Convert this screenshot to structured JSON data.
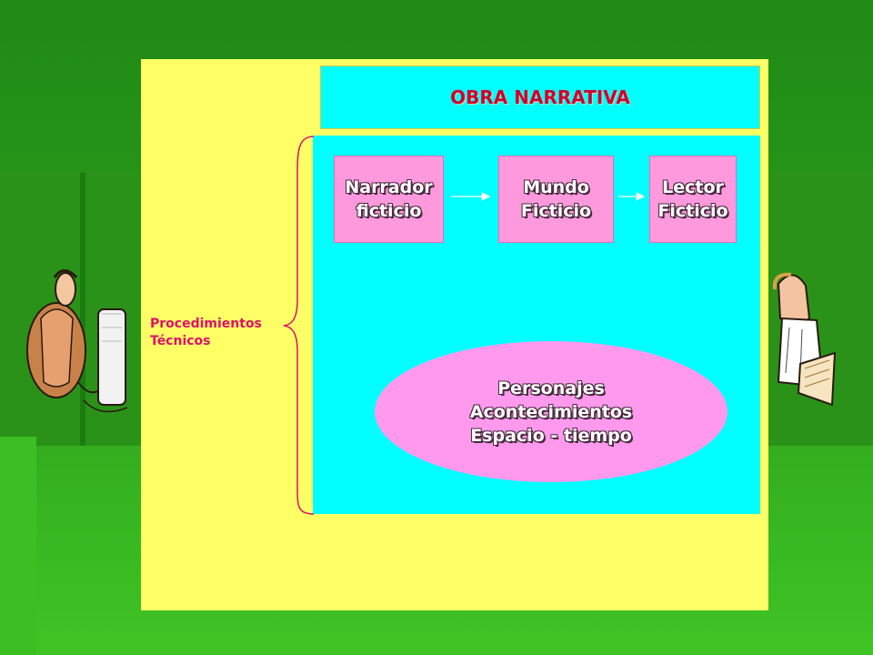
{
  "diagram": {
    "title": "OBRA NARRATIVA",
    "boxes": [
      {
        "line1": "Narrador",
        "line2": "ficticio"
      },
      {
        "line1": "Mundo",
        "line2": "Ficticio"
      },
      {
        "line1": "Lector",
        "line2": "Ficticio"
      }
    ],
    "oval": {
      "line1": "Personajes",
      "line2": "Acontecimientos",
      "line3": "Espacio - tiempo"
    },
    "side_label": {
      "line1": "Procedimientos",
      "line2": "Técnicos"
    }
  },
  "colors": {
    "background": "#2a9a1a",
    "slide": "#ffff66",
    "panel": "#00ffff",
    "box": "#ff99dd",
    "title_text": "#cc0033",
    "side_label": "#e0106a",
    "brace": "#e0106a"
  },
  "icons": [
    "man-at-computer-clipart",
    "woman-reading-book-clipart"
  ]
}
